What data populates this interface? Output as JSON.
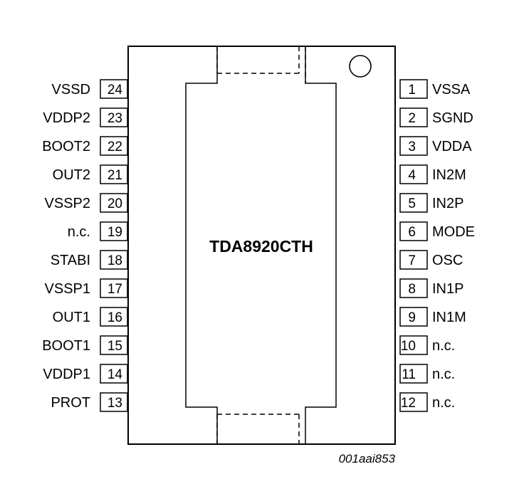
{
  "chip": {
    "name": "TDA8920CTH"
  },
  "figure_id": "001aai853",
  "pins_right": [
    {
      "num": "1",
      "name": "VSSA"
    },
    {
      "num": "2",
      "name": "SGND"
    },
    {
      "num": "3",
      "name": "VDDA"
    },
    {
      "num": "4",
      "name": "IN2M"
    },
    {
      "num": "5",
      "name": "IN2P"
    },
    {
      "num": "6",
      "name": "MODE"
    },
    {
      "num": "7",
      "name": "OSC"
    },
    {
      "num": "8",
      "name": "IN1P"
    },
    {
      "num": "9",
      "name": "IN1M"
    },
    {
      "num": "10",
      "name": "n.c."
    },
    {
      "num": "11",
      "name": "n.c."
    },
    {
      "num": "12",
      "name": "n.c."
    }
  ],
  "pins_left": [
    {
      "num": "24",
      "name": "VSSD"
    },
    {
      "num": "23",
      "name": "VDDP2"
    },
    {
      "num": "22",
      "name": "BOOT2"
    },
    {
      "num": "21",
      "name": "OUT2"
    },
    {
      "num": "20",
      "name": "VSSP2"
    },
    {
      "num": "19",
      "name": "n.c."
    },
    {
      "num": "18",
      "name": "STABI"
    },
    {
      "num": "17",
      "name": "VSSP1"
    },
    {
      "num": "16",
      "name": "OUT1"
    },
    {
      "num": "15",
      "name": "BOOT1"
    },
    {
      "num": "14",
      "name": "VDDP1"
    },
    {
      "num": "13",
      "name": "PROT"
    }
  ]
}
